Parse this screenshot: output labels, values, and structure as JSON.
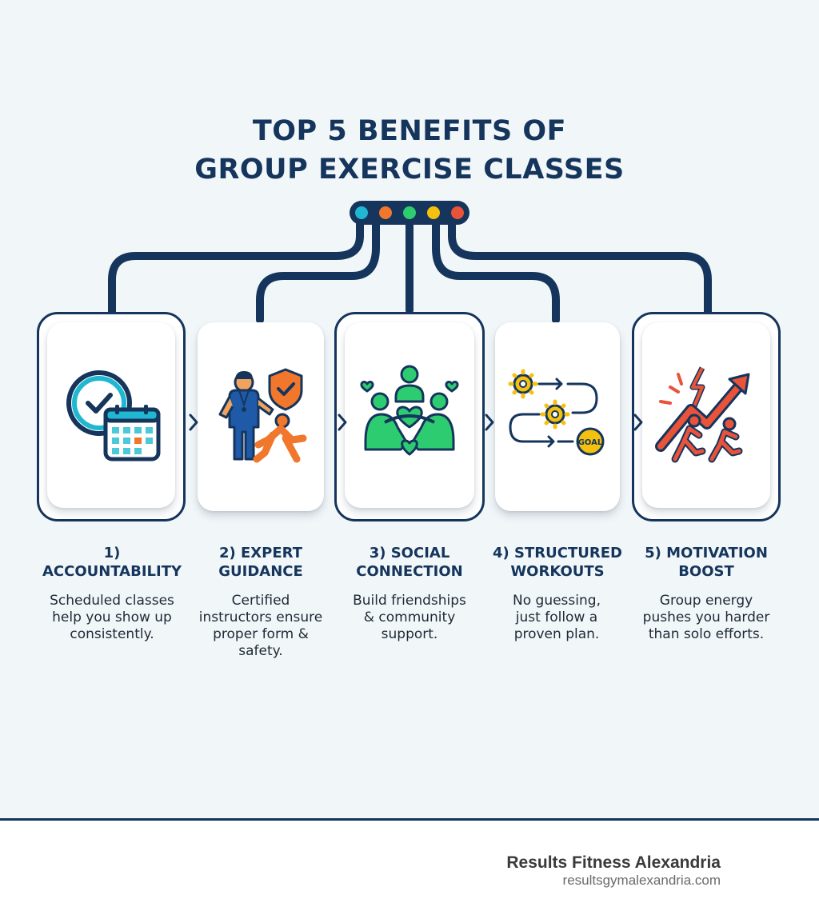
{
  "title": {
    "line1": "TOP 5 BENEFITS OF",
    "line2": "GROUP EXERCISE CLASSES"
  },
  "colors": {
    "navy": "#15355c",
    "hub_dots": [
      "#1fb7d1",
      "#f0772b",
      "#2ecc71",
      "#f4c10e",
      "#e8533a"
    ]
  },
  "benefits": [
    {
      "label": "1) ACCOUNTABILITY",
      "description": "Scheduled classes\nhelp you show up\nconsistently.",
      "icon": "clock-calendar-icon"
    },
    {
      "label": "2) EXPERT\nGUIDANCE",
      "description": "Certified\ninstructors ensure\nproper form &\nsafety.",
      "icon": "instructor-shield-icon"
    },
    {
      "label": "3) SOCIAL\nCONNECTION",
      "description": "Build friendships\n& community\nsupport.",
      "icon": "community-heart-icon"
    },
    {
      "label": "4) STRUCTURED\nWORKOUTS",
      "description": "No guessing,\njust follow a\nproven plan.",
      "icon": "gears-goal-path-icon",
      "goal_text": "GOAL"
    },
    {
      "label": "5) MOTIVATION\nBOOST",
      "description": "Group energy\npushes you harder\nthan solo efforts.",
      "icon": "runners-arrow-icon"
    }
  ],
  "footer": {
    "brand": "Results Fitness Alexandria",
    "url": "resultsgymalexandria.com"
  }
}
